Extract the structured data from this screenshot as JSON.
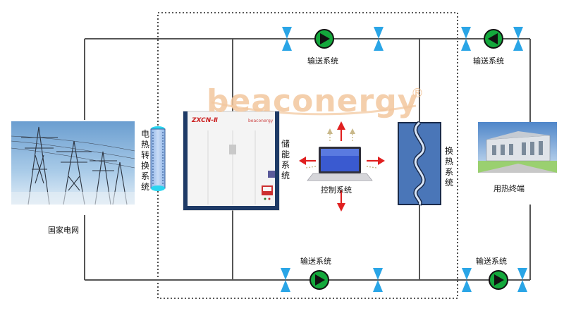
{
  "logo": {
    "text": "beaconergy",
    "mark": "®"
  },
  "nodes": {
    "grid": "国家电网",
    "converter": "电热转换系统",
    "storage": "储能系统",
    "control": "控制系统",
    "exchanger": "换热系统",
    "user": "用热终端",
    "pump_top_1": "输送系统",
    "pump_top_2": "输送系统",
    "pump_bottom_1": "输送系统",
    "pump_bottom_2": "输送系统"
  },
  "storage_unit": {
    "model": "ZXCN-Ⅱ",
    "brand": "beaconergy"
  },
  "colors": {
    "pipe": "#555555",
    "pump_fill": "#14a83c",
    "valve": "#2aa5e6",
    "arrow_red": "#e02020",
    "arrow_dashed": "#c9b88a",
    "exchanger_fill": "#4a76b8",
    "boundary": "#222222"
  },
  "icons": [
    "pump-icon",
    "valve-icon",
    "laptop-icon",
    "heat-exchanger-icon",
    "power-tower-image",
    "factory-image"
  ]
}
